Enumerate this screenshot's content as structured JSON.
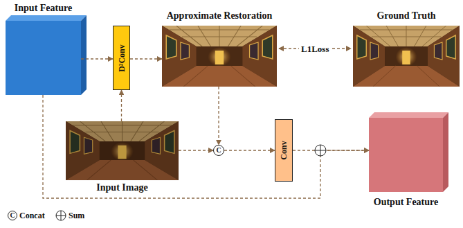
{
  "diagram": {
    "nodes": [
      {
        "text": [
          "Input Feature"
        ]
      },
      {
        "text": [
          "D²Conv"
        ]
      },
      {
        "text": [
          "Approximate Restoration"
        ]
      },
      {
        "text": [
          "Ground Truth"
        ]
      },
      {
        "text": [
          "Input Image"
        ]
      },
      {
        "text": [
          "C"
        ]
      },
      {
        "text": [
          "Conv"
        ]
      },
      {
        "text": [
          "Output Feature"
        ]
      }
    ],
    "edges": [
      {
        "from": 0,
        "to": 1,
        "arrow": "to"
      },
      {
        "from": 1,
        "to": 2,
        "arrow": "to"
      },
      {
        "from": 4,
        "to": 1,
        "arrow": "to"
      },
      {
        "from": 2,
        "to": 3,
        "label": "L1Loss",
        "arrow": "both"
      },
      {
        "from": 2,
        "to": 5,
        "arrow": "to"
      },
      {
        "from": 4,
        "to": 5,
        "arrow": "to"
      },
      {
        "from": 5,
        "to": 6,
        "arrow": "to"
      },
      {
        "from": 6,
        "to": 7,
        "arrow": "to"
      },
      {
        "from": 0,
        "to": 7,
        "arrow": "to"
      }
    ],
    "labels": [
      "C"
    ],
    "legend": [
      {
        "text": "Concat"
      },
      {
        "text": "Sum"
      }
    ]
  }
}
